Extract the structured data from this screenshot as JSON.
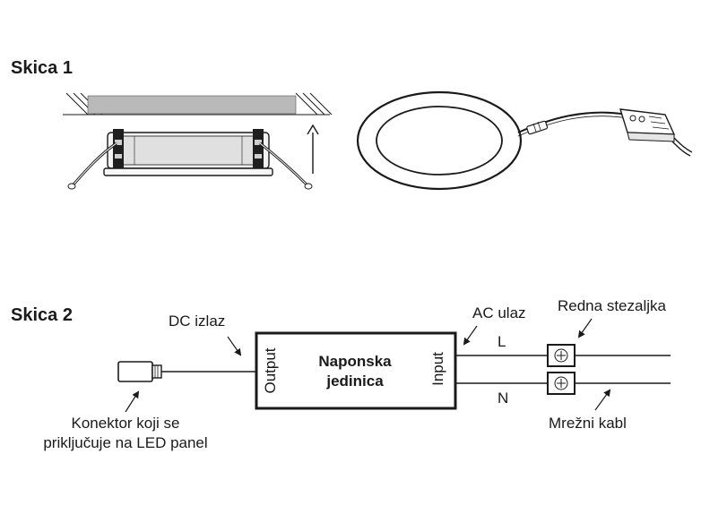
{
  "sketch1": {
    "title": "Skica 1"
  },
  "sketch2": {
    "title": "Skica 2",
    "power_unit": {
      "line1": "Naponska",
      "line2": "jedinica",
      "output_label": "Output",
      "input_label": "Input"
    },
    "labels": {
      "dc_output": "DC izlaz",
      "ac_input": "AC ulaz",
      "terminal_block": "Redna stezaljka",
      "phase": "L",
      "neutral": "N",
      "mains_cable": "Mrežni kabl",
      "connector_line1": "Konektor koji se",
      "connector_line2": "priključuje na LED panel"
    }
  }
}
